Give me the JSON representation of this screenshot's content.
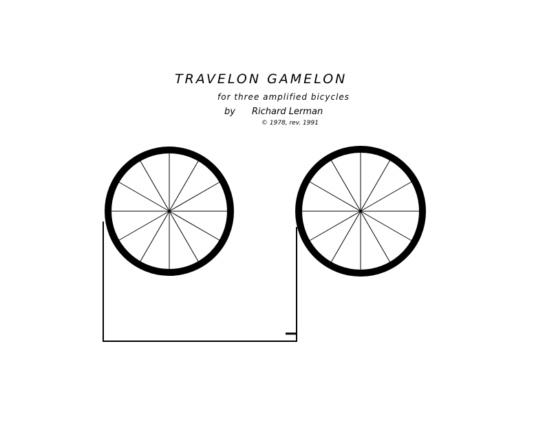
{
  "title": "TRAVELON GAMELON",
  "subtitle": "for three amplified bicycles",
  "by": "by",
  "author": "Richard Lerman",
  "copyright": "© 1978, rev. 1991",
  "colors": {
    "ink": "#000000",
    "paper": "#ffffff"
  },
  "diagram": {
    "wheels": 2,
    "spokes_per_wheel": 12
  }
}
